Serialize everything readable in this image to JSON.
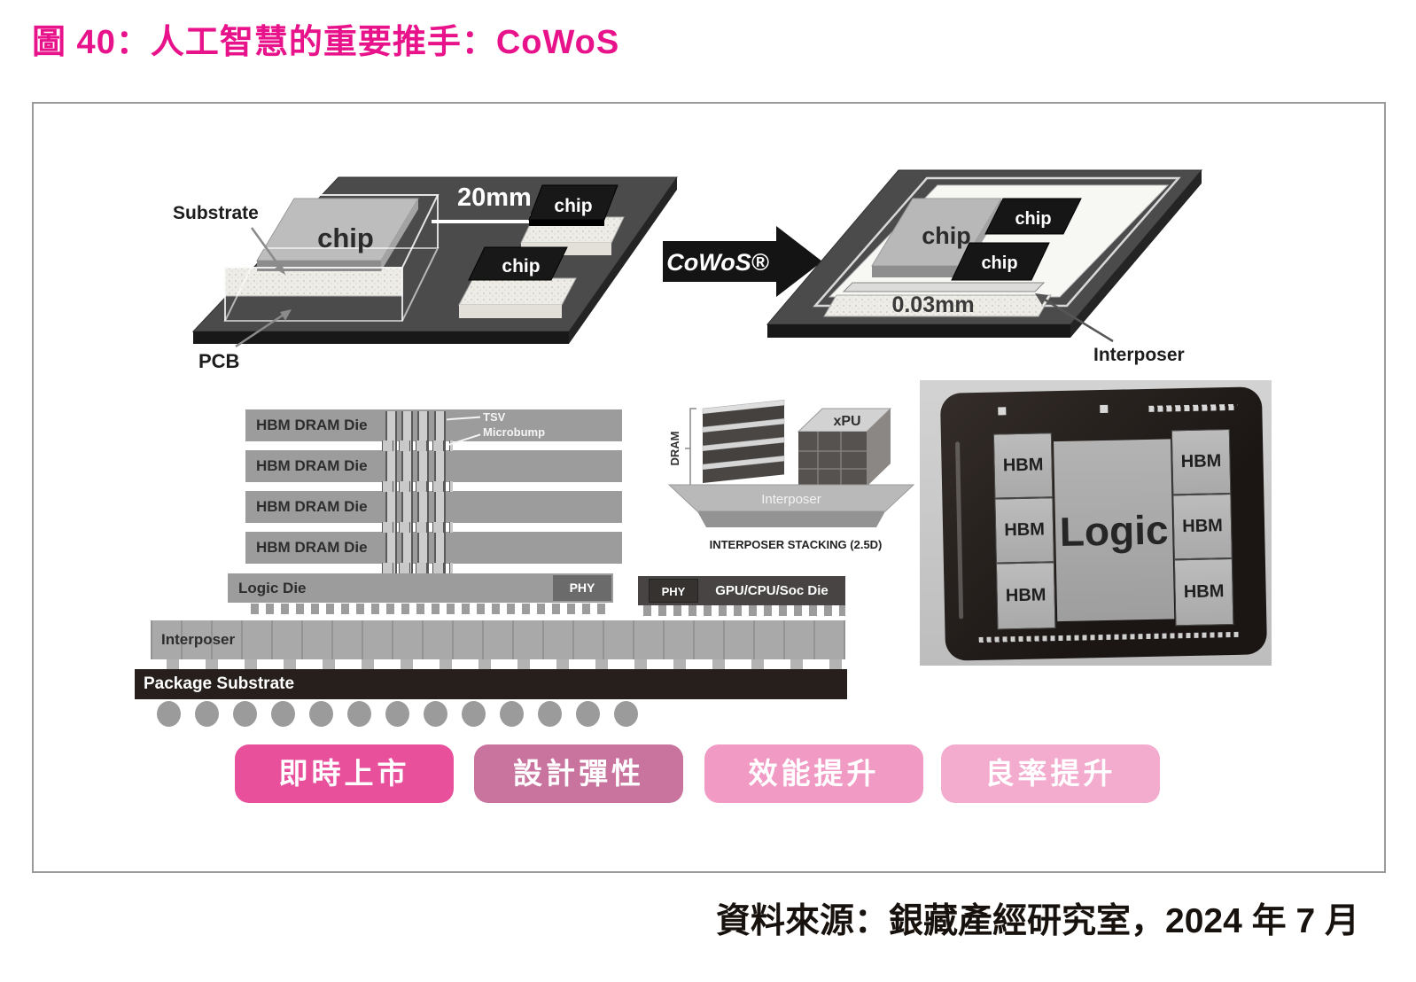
{
  "figure": {
    "title": "圖 40：人工智慧的重要推手：CoWoS",
    "source": "資料來源：銀藏產經研究室，2024 年 7 月"
  },
  "colors": {
    "title": "#e8138b",
    "benefit_1": "#e8509c",
    "benefit_2": "#c9749f",
    "benefit_3": "#f09ac4",
    "benefit_4": "#f3abce"
  },
  "before": {
    "substrate": "Substrate",
    "chip_main": "chip",
    "distance": "20mm",
    "chip_top": "chip",
    "chip_bottom": "chip",
    "pcb": "PCB"
  },
  "cowos_arrow": "CoWoS®",
  "after": {
    "chip_main": "chip",
    "chip_top": "chip",
    "chip_bottom": "chip",
    "thickness": "0.03mm",
    "interposer": "Interposer"
  },
  "cross_section": {
    "hbm_die_1": "HBM DRAM Die",
    "hbm_die_2": "HBM DRAM Die",
    "hbm_die_3": "HBM DRAM Die",
    "hbm_die_4": "HBM DRAM Die",
    "tsv": "TSV",
    "microbump": "Microbump",
    "logic_die": "Logic Die",
    "phy_logic": "PHY",
    "phy_soc": "PHY",
    "soc_die": "GPU/CPU/Soc Die",
    "interposer": "Interposer",
    "package_substrate": "Package Substrate"
  },
  "stacking_25d": {
    "dram": "DRAM",
    "xpu": "xPU",
    "interposer": "Interposer",
    "caption": "INTERPOSER STACKING (2.5D)"
  },
  "chip_photo": {
    "hbm_1": "HBM",
    "hbm_2": "HBM",
    "hbm_3": "HBM",
    "hbm_4": "HBM",
    "hbm_5": "HBM",
    "hbm_6": "HBM",
    "logic": "Logic"
  },
  "benefits": [
    {
      "label": "即時上市",
      "color": "#e8509c"
    },
    {
      "label": "設計彈性",
      "color": "#c9749f"
    },
    {
      "label": "效能提升",
      "color": "#f09ac4"
    },
    {
      "label": "良率提升",
      "color": "#f3abce"
    }
  ]
}
